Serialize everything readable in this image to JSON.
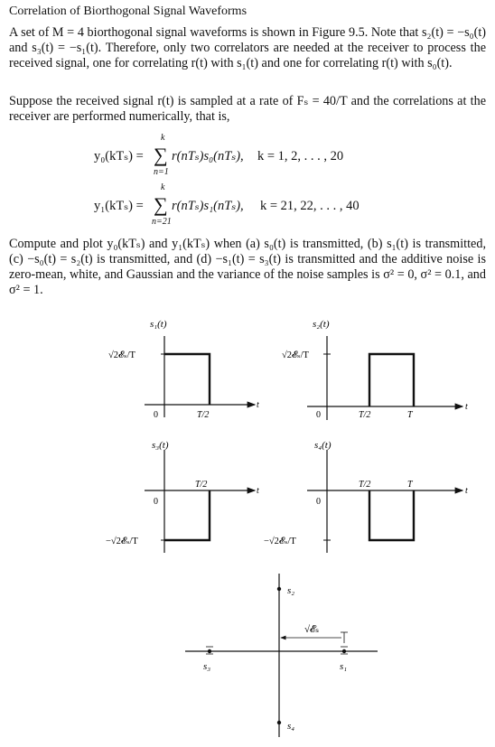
{
  "title": "Correlation of Biorthogonal Signal Waveforms",
  "paragraph1": "A set of M = 4 biorthogonal signal waveforms is shown in Figure 9.5. Note that s₂(t) = −s₀(t) and s₃(t) = −s₁(t). Therefore, only two correlators are needed at the receiver to process the received signal, one for correlating r(t) with s₁(t) and one for correlating r(t) with s₀(t).",
  "paragraph2": "Suppose the received signal r(t) is sampled at a rate of Fₛ = 40/T and the correlations at the receiver are performed numerically, that is,",
  "eq1": {
    "lhs": "y₀(kTₛ) = ",
    "sum": "∑",
    "upper": "k",
    "lower": "n=1",
    "body": "r(nTₛ)s₀(nTₛ),",
    "range": "k = 1, 2, . . . , 20"
  },
  "eq2": {
    "lhs": "y₁(kTₛ) = ",
    "sum": "∑",
    "upper": "k",
    "lower": "n=21",
    "body": "r(nTₛ)s₁(nTₛ),",
    "range": "k = 21, 22, . . . , 40"
  },
  "paragraph3": "Compute and plot y₀(kTₛ) and y₁(kTₛ) when (a) s₀(t) is transmitted, (b) s₁(t) is transmitted, (c) −s₀(t) = s₂(t) is transmitted, and (d) −s₁(t) = s₃(t) is transmitted and the additive noise is zero-mean, white, and Gaussian and the variance of the noise samples is σ² = 0, σ² = 0.1, and σ² = 1.",
  "figure": {
    "s1": {
      "label": "s₁(t)",
      "amp": "√2𝓔ₛ/T",
      "zero": "0",
      "half": "T/2",
      "t": "t"
    },
    "s2": {
      "label": "s₂(t)",
      "amp": "√2𝓔ₛ/T",
      "zero": "0",
      "half": "T/2",
      "end": "T",
      "t": "t"
    },
    "s3": {
      "label": "s₃(t)",
      "amp": "−√2𝓔ₛ/T",
      "zero": "0",
      "half": "T/2",
      "t": "t"
    },
    "s4": {
      "label": "s₄(t)",
      "amp": "−√2𝓔ₛ/T",
      "zero": "0",
      "half": "T/2",
      "end": "T",
      "t": "t"
    },
    "constellation": {
      "p_top": "s₂",
      "p_right": "s₁",
      "p_left": "s₃",
      "p_bottom": "s₄",
      "radius": "√𝓔ₛ"
    }
  }
}
